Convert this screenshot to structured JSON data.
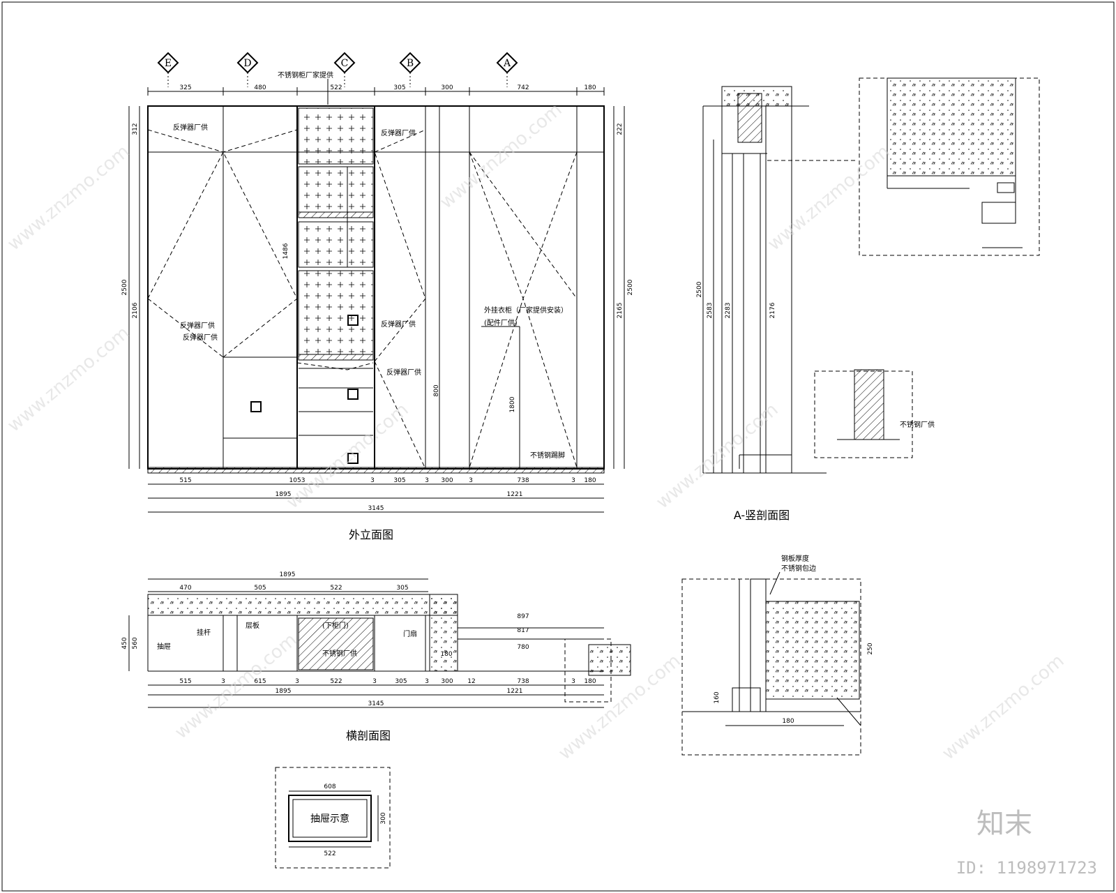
{
  "views": {
    "elevation_title": "外立面图",
    "section_a_title": "A-竖剖面图",
    "cross_section_title": "横剖面图",
    "panel_title": "抽屉示意"
  },
  "grid_axes": [
    "E",
    "D",
    "C",
    "B",
    "A"
  ],
  "elevation": {
    "top_note": "不锈钢柜厂家提供",
    "labels": {
      "mirror_1": "反弹器厂供",
      "mirror_2": "反弹器厂供",
      "mirror_3": "反弹器厂供",
      "mirror_4": "反弹器厂供",
      "mirror_5": "反弹器厂供",
      "mirror_6": "反弹器厂供",
      "floor_note": "不锈钢踢脚",
      "door_note_1": "外挂衣柜（厂家提供安装）",
      "door_note_2": "(配件厂供)"
    },
    "dims_top": [
      "325",
      "480",
      "522",
      "305",
      "300",
      "742",
      "180"
    ],
    "dims_bottom_1": [
      "515",
      "1053",
      "3",
      "305",
      "3",
      "300",
      "3",
      "738",
      "3",
      "180"
    ],
    "dims_bottom_2": [
      "1895",
      "1221"
    ],
    "dims_bottom_3": "3145",
    "dims_left": [
      "312",
      "2106",
      "2500"
    ],
    "dims_right": [
      "2500",
      "2165",
      "222"
    ],
    "dims_mid": [
      "1486",
      "800",
      "1800"
    ]
  },
  "section_a": {
    "dims": [
      "2500",
      "2583",
      "2283",
      "2176"
    ],
    "detail_label": "不锈钢厂供"
  },
  "cross_section": {
    "labels": {
      "l1": "抽屉",
      "l2": "挂杆",
      "l3": "层板",
      "l4": "门扇",
      "l5": "不锈钢厂供",
      "l6": "(下柜门)"
    },
    "dims_top": [
      "1895",
      "470",
      "505",
      "522",
      "305"
    ],
    "dims_bottom": [
      "515",
      "3",
      "615",
      "3",
      "522",
      "3",
      "305",
      "3",
      "300",
      "12",
      "738",
      "3",
      "180"
    ],
    "dims_bottom_2": [
      "1895",
      "1221"
    ],
    "dims_total": "3145",
    "dims_right": [
      "897",
      "817",
      "780",
      "180"
    ],
    "dims_left": [
      "450",
      "560"
    ]
  },
  "detail_lower": {
    "labels": [
      "钢板厚度",
      "不锈钢包边"
    ],
    "dims": [
      "180",
      "250",
      "160"
    ]
  },
  "panel": {
    "dims": [
      "608",
      "522",
      "300"
    ]
  },
  "watermark": {
    "site": "www.znzmo.com",
    "brand": "知末",
    "id": "ID: 1198971723"
  }
}
